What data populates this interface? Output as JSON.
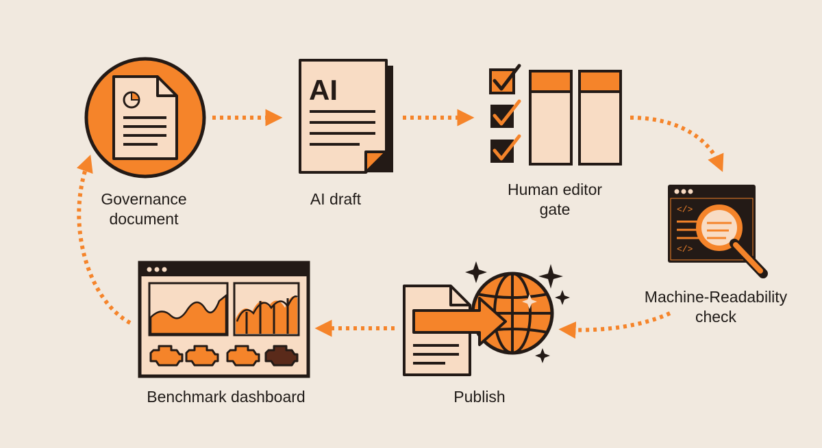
{
  "steps": [
    {
      "id": "governance",
      "label_lines": [
        "Governance",
        "document"
      ],
      "icon": "document-chart-icon"
    },
    {
      "id": "ai_draft",
      "label_lines": [
        "AI draft"
      ],
      "icon_text": "AI",
      "icon": "ai-document-icon"
    },
    {
      "id": "human_editor",
      "label_lines": [
        "Human editor",
        "gate"
      ],
      "icon": "checklist-icon"
    },
    {
      "id": "machine_readability",
      "label_lines": [
        "Machine-Readability",
        "check"
      ],
      "icon": "code-magnifier-icon"
    },
    {
      "id": "publish",
      "label_lines": [
        "Publish"
      ],
      "icon": "document-globe-icon"
    },
    {
      "id": "benchmark",
      "label_lines": [
        "Benchmark dashboard"
      ],
      "icon": "dashboard-icon"
    }
  ],
  "colors": {
    "background": "#f1e9df",
    "accent": "#f5842a",
    "dark": "#231a16",
    "paper": "#f8dcc4",
    "arrow": "#f5842a"
  }
}
